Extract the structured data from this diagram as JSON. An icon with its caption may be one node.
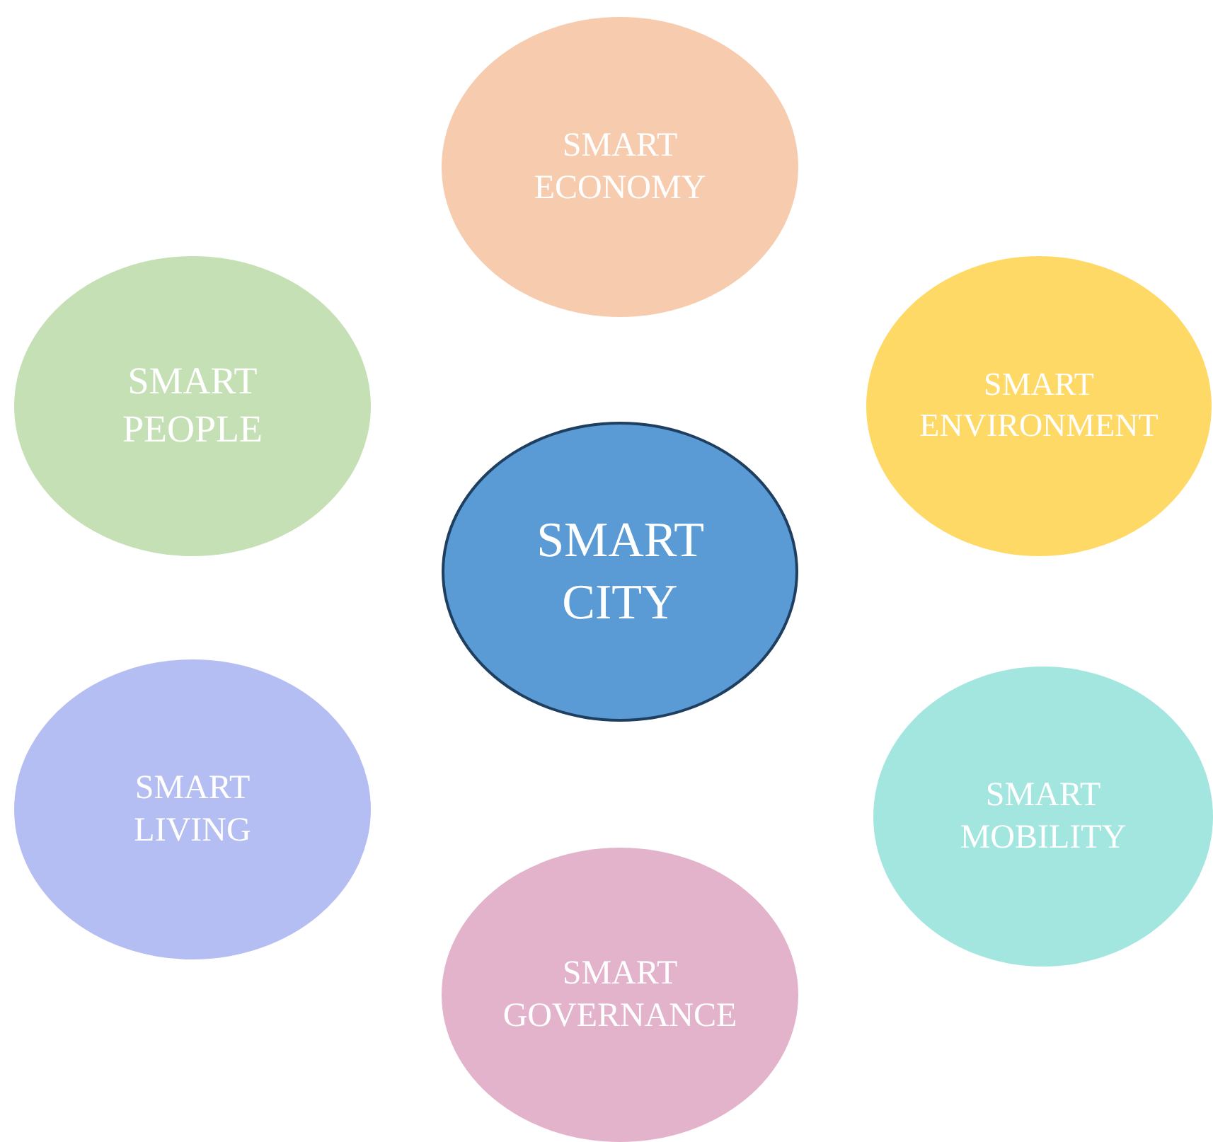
{
  "diagram": {
    "nodes": [
      {
        "text": [
          "SMART ECONOMY"
        ]
      },
      {
        "text": [
          "SMART PEOPLE"
        ]
      },
      {
        "text": [
          "SMART ENVIRONMENT"
        ]
      },
      {
        "text": [
          "SMART CITY"
        ]
      },
      {
        "text": [
          "SMART LIVING"
        ]
      },
      {
        "text": [
          "SMART MOBILITY"
        ]
      },
      {
        "text": [
          "SMART GOVERNANCE"
        ]
      }
    ]
  }
}
